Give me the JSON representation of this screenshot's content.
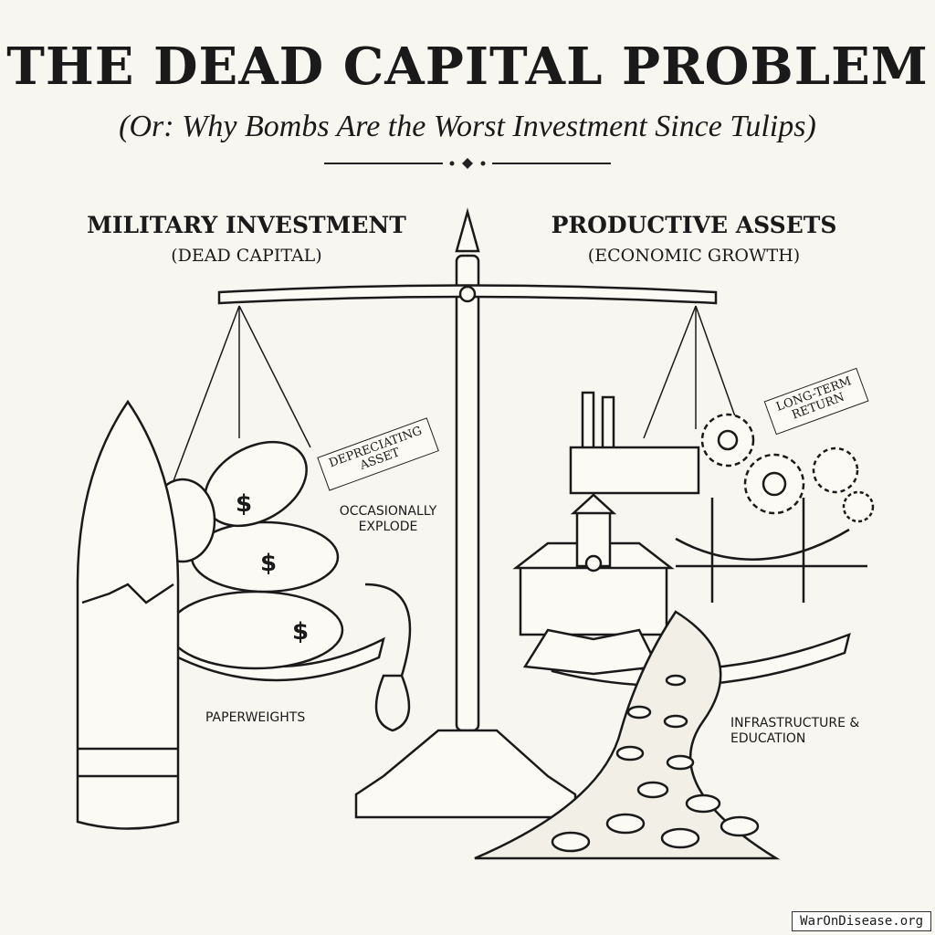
{
  "title": "THE DEAD CAPITAL PROBLEM",
  "subtitle": "(Or: Why Bombs Are the Worst Investment Since Tulips)",
  "left": {
    "heading": "MILITARY INVESTMENT",
    "subheading": "(DEAD CAPITAL)"
  },
  "right": {
    "heading": "PRODUCTIVE ASSETS",
    "subheading": "(ECONOMIC GROWTH)"
  },
  "annotations": {
    "depreciating_asset": "DEPRECIATING ASSET",
    "occasionally_explode": "OCCASIONALLY EXPLODE",
    "paperweights": "PAPERWEIGHTS",
    "long_term_return": "LONG-TERM RETURN",
    "infrastructure_education": "INFRASTRUCTURE & EDUCATION",
    "dollar_sign": "$"
  },
  "watermark": "WarOnDisease.org"
}
